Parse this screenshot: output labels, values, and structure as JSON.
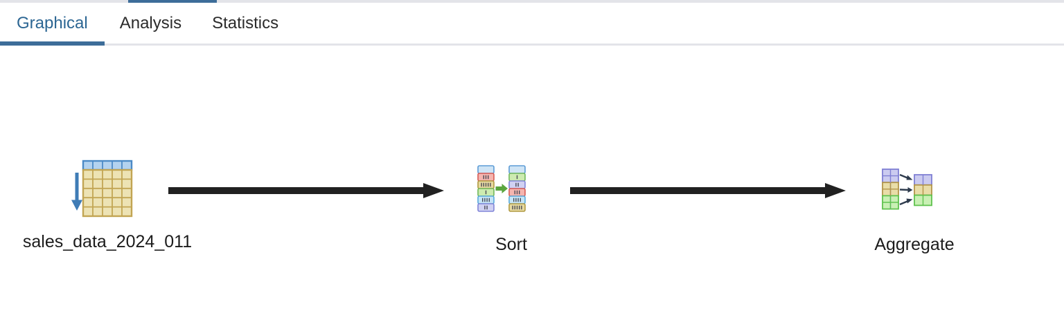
{
  "tabs": {
    "items": [
      {
        "label": "Graphical",
        "active": true
      },
      {
        "label": "Analysis",
        "active": false
      },
      {
        "label": "Statistics",
        "active": false
      }
    ]
  },
  "toolbar": {
    "buttons": [
      {
        "id": "zoom-in",
        "icon": "zoom-in-icon"
      },
      {
        "id": "pan",
        "icon": "move-icon"
      },
      {
        "id": "zoom-out",
        "icon": "zoom-out-icon"
      },
      {
        "id": "download",
        "icon": "download-icon"
      }
    ]
  },
  "diagram": {
    "nodes": [
      {
        "id": "node-seq-scan",
        "label": "sales_data_2024_011",
        "icon": "table-seq-scan-icon"
      },
      {
        "id": "node-sort",
        "label": "Sort",
        "icon": "sort-icon"
      },
      {
        "id": "node-aggregate",
        "label": "Aggregate",
        "icon": "aggregate-icon"
      }
    ],
    "edges": [
      {
        "from": "sales_data_2024_011",
        "to": "Sort"
      },
      {
        "from": "Sort",
        "to": "Aggregate"
      }
    ]
  },
  "colors": {
    "accent": "#3d6d99",
    "tab_active_text": "#2c6693",
    "edge_arrow": "#212121",
    "scan_arrow_blue": "#3f7cb6",
    "table_header_fill": "#b3d2ef",
    "table_body_fill": "#ede3b4",
    "sort_transfer_arrow_green": "#5aa53e"
  }
}
